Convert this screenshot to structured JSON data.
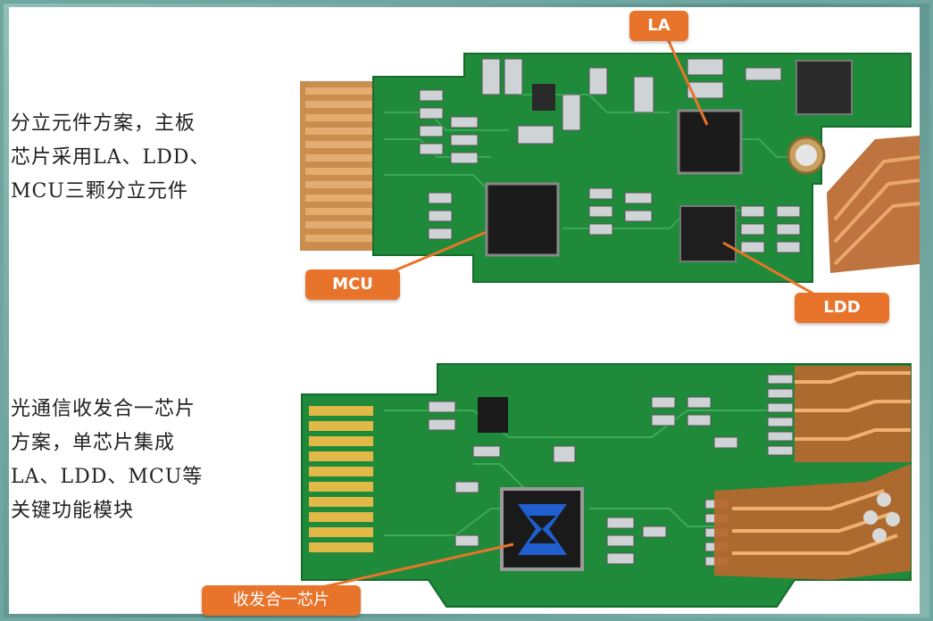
{
  "captions": {
    "top": "分立元件方案，主板\n芯片采用LA、LDD、\nMCU三颗分立元件",
    "bottom": "光通信收发合一芯片\n方案，单芯片集成\nLA、LDD、MCU等\n关键功能模块"
  },
  "labels": {
    "la": "LA",
    "mcu": "MCU",
    "ldd": "LDD",
    "transceiver_chip": "收发合一芯片"
  },
  "colors": {
    "pcb_green": "#1f8a3a",
    "gold": "#d9a441",
    "tag_orange": "#e8742c"
  }
}
